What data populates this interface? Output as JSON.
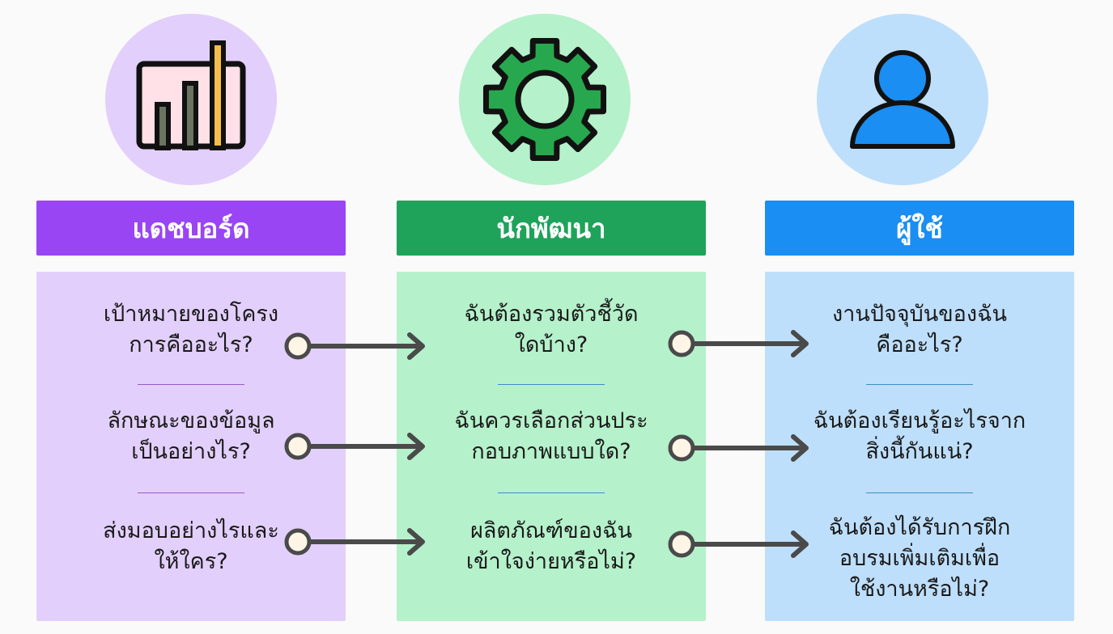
{
  "columns": [
    {
      "id": "dashboard",
      "icon": "bar-chart-icon",
      "title": "แดชบอร์ด",
      "header_color": "#9a45f4",
      "panel_color": "#e3cffb",
      "circle_color": "#e3cffb",
      "divider_color": "#9b59c7",
      "questions": [
        {
          "line1": "เป้าหมายของโครง",
          "line2": "การคืออะไร?"
        },
        {
          "line1": "ลักษณะของข้อมูล",
          "line2": "เป็นอย่างไร?"
        },
        {
          "line1": "ส่งมอบอย่างไรและ",
          "line2": "ให้ใคร?"
        }
      ]
    },
    {
      "id": "developer",
      "icon": "gear-icon",
      "title": "นักพัฒนา",
      "header_color": "#1fa35a",
      "panel_color": "#b5f1cb",
      "circle_color": "#b5f1cb",
      "divider_color": "#3a8ec7",
      "questions": [
        {
          "line1": "ฉันต้องรวมตัวชี้วัด",
          "line2": "ใดบ้าง?"
        },
        {
          "line1": "ฉันควรเลือกส่วนประ",
          "line2": "กอบภาพแบบใด?"
        },
        {
          "line1": "ผลิตภัณฑ์ของฉัน",
          "line2": "เข้าใจง่ายหรือไม่?"
        }
      ]
    },
    {
      "id": "user",
      "icon": "user-icon",
      "title": "ผู้ใช้",
      "header_color": "#1a8ef2",
      "panel_color": "#bedffb",
      "circle_color": "#bedffb",
      "divider_color": "#3a8ec7",
      "questions": [
        {
          "line1": "งานปัจจุบันของฉัน",
          "line2": "คืออะไร?"
        },
        {
          "line1": "ฉันต้องเรียนรู้อะไรจาก",
          "line2": "สิ่งนี้กันแน่?"
        },
        {
          "line1": "ฉันต้องได้รับการฝึก",
          "line2": "อบรมเพิ่มเติมเพื่อ",
          "line3": "ใช้งานหรือไม่?"
        }
      ]
    }
  ]
}
